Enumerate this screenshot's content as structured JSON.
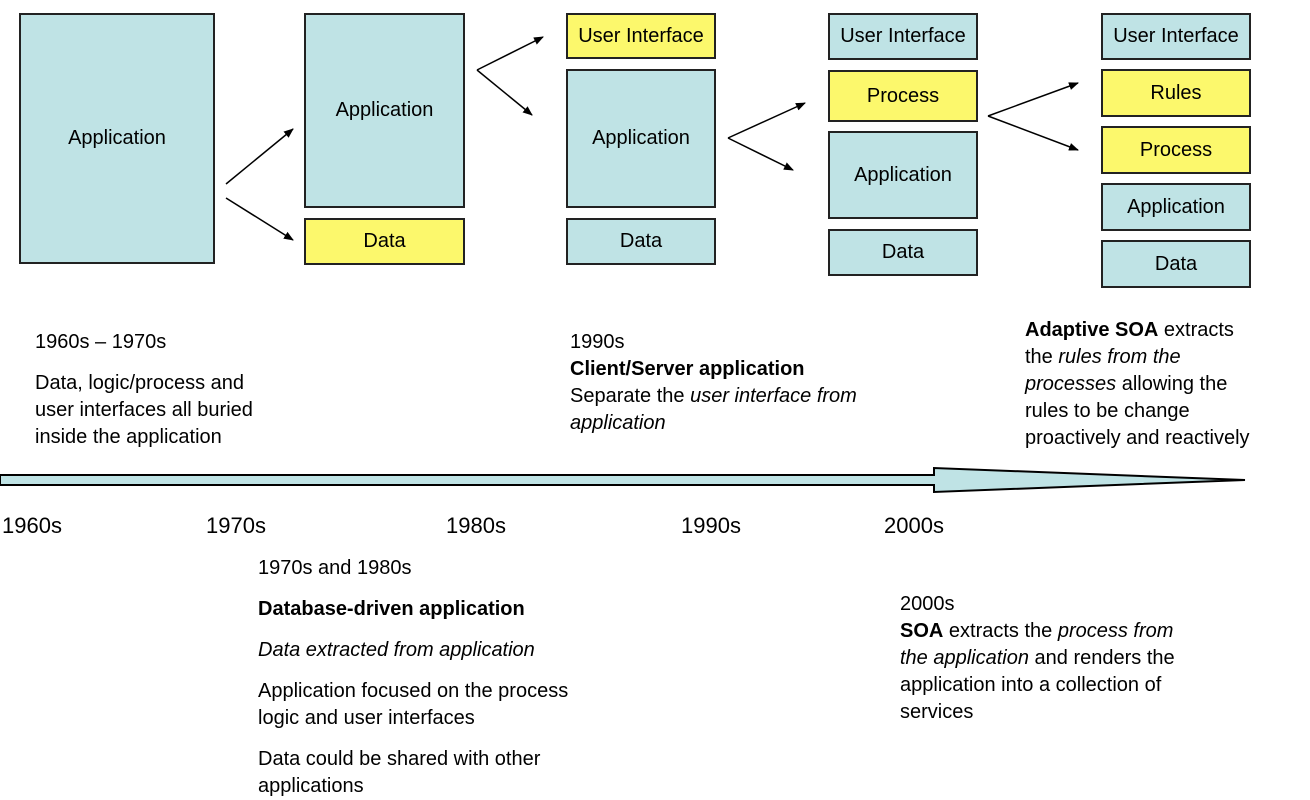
{
  "stages": {
    "s1": {
      "application": "Application"
    },
    "s2": {
      "application": "Application",
      "data": "Data"
    },
    "s3": {
      "user_interface": "User Interface",
      "application": "Application",
      "data": "Data"
    },
    "s4": {
      "user_interface": "User Interface",
      "process": "Process",
      "application": "Application",
      "data": "Data"
    },
    "s5": {
      "user_interface": "User Interface",
      "rules": "Rules",
      "process": "Process",
      "application": "Application",
      "data": "Data"
    }
  },
  "colors": {
    "teal": "#bfe3e5",
    "yellow": "#fcf86c"
  },
  "timeline": {
    "decades": [
      "1960s",
      "1970s",
      "1980s",
      "1990s",
      "2000s"
    ]
  },
  "notes": {
    "n1960": {
      "period": "1960s – 1970s",
      "lines": [
        "Data, logic/process and",
        "user interfaces all buried",
        "inside the application"
      ]
    },
    "n1970": {
      "period": "1970s and 1980s",
      "heading": "Database-driven application",
      "italic": "Data extracted from application",
      "para1": [
        "Application focused on the process",
        "logic and user interfaces"
      ],
      "para2": [
        "Data could be shared with other",
        "applications"
      ]
    },
    "n1990": {
      "period": "1990s",
      "heading": "Client/Server application",
      "plain": "Separate the ",
      "italic1": "user interface from",
      "italic2": "application"
    },
    "n2000": {
      "period": "2000s",
      "bold": "SOA",
      "l1_plain": " extracts the ",
      "l1_italic": "process from",
      "l2_italic": "the application",
      "l2_plain": " and renders the",
      "l3": "application into a collection of",
      "l4": "services"
    },
    "nadaptive": {
      "bold": "Adaptive SOA",
      "l1_plain": " extracts",
      "l2_plain": "the ",
      "l2_italic": "rules from the",
      "l3_italic": "processes",
      "l3_plain": " allowing the",
      "l4": "rules to be change",
      "l5": "proactively and reactively"
    }
  }
}
